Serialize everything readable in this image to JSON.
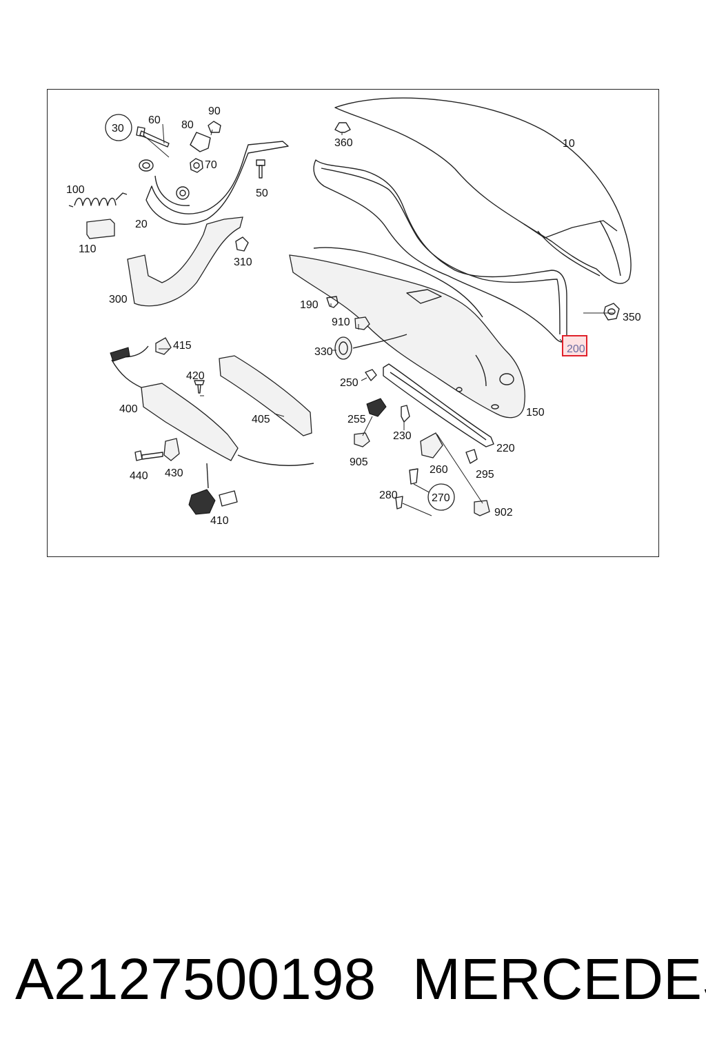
{
  "diagram": {
    "callouts": [
      {
        "id": "c10",
        "text": "10"
      },
      {
        "id": "c20",
        "text": "20"
      },
      {
        "id": "c30",
        "text": "30"
      },
      {
        "id": "c50",
        "text": "50"
      },
      {
        "id": "c60",
        "text": "60"
      },
      {
        "id": "c70",
        "text": "70"
      },
      {
        "id": "c80",
        "text": "80"
      },
      {
        "id": "c90",
        "text": "90"
      },
      {
        "id": "c100",
        "text": "100"
      },
      {
        "id": "c110",
        "text": "110"
      },
      {
        "id": "c150",
        "text": "150"
      },
      {
        "id": "c190",
        "text": "190"
      },
      {
        "id": "c200",
        "text": "200"
      },
      {
        "id": "c220",
        "text": "220"
      },
      {
        "id": "c230",
        "text": "230"
      },
      {
        "id": "c250",
        "text": "250"
      },
      {
        "id": "c255",
        "text": "255"
      },
      {
        "id": "c260",
        "text": "260"
      },
      {
        "id": "c270",
        "text": "270"
      },
      {
        "id": "c280",
        "text": "280"
      },
      {
        "id": "c295",
        "text": "295"
      },
      {
        "id": "c300",
        "text": "300"
      },
      {
        "id": "c310",
        "text": "310"
      },
      {
        "id": "c330",
        "text": "330"
      },
      {
        "id": "c350",
        "text": "350"
      },
      {
        "id": "c360",
        "text": "360"
      },
      {
        "id": "c400",
        "text": "400"
      },
      {
        "id": "c405",
        "text": "405"
      },
      {
        "id": "c410",
        "text": "410"
      },
      {
        "id": "c415",
        "text": "415"
      },
      {
        "id": "c420",
        "text": "420"
      },
      {
        "id": "c430",
        "text": "430"
      },
      {
        "id": "c440",
        "text": "440"
      },
      {
        "id": "c902",
        "text": "902"
      },
      {
        "id": "c905",
        "text": "905"
      },
      {
        "id": "c910",
        "text": "910"
      }
    ],
    "highlighted_callout": "200",
    "highlight_color": "#e0202a",
    "highlight_text_color": "#6a6aa0"
  },
  "footer": {
    "part_number": "A2127500198",
    "brand": "MERCEDES"
  }
}
